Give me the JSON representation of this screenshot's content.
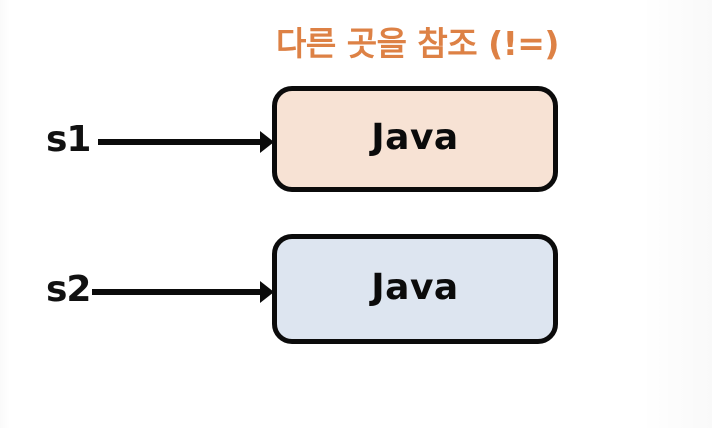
{
  "diagram": {
    "title": "다른 곳을 참조 (!=)",
    "title_color": "#DD8145",
    "background_color": "#FFFFFF",
    "rows": [
      {
        "variable_label": "s1",
        "arrow": "right-arrow",
        "box_value": "Java",
        "box_fill": "#F7E2D4",
        "box_border": "#0B0B0B"
      },
      {
        "variable_label": "s2",
        "arrow": "right-arrow",
        "box_value": "Java",
        "box_fill": "#DDE5F0",
        "box_border": "#0B0B0B"
      }
    ]
  }
}
